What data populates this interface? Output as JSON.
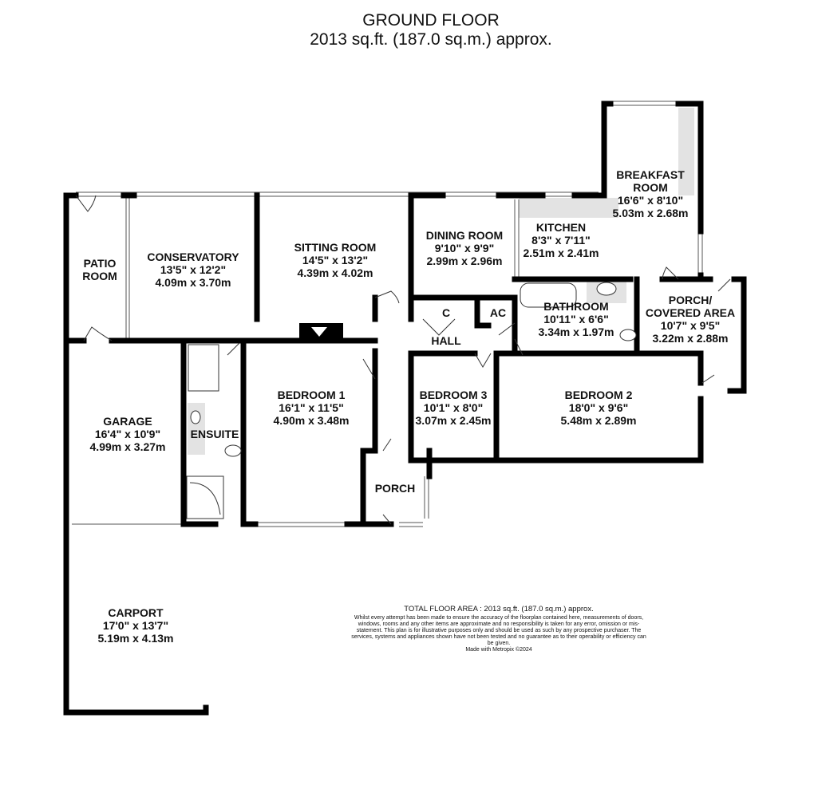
{
  "header": {
    "title": "GROUND FLOOR",
    "area": "2013 sq.ft. (187.0 sq.m.) approx."
  },
  "rooms": {
    "patio": {
      "name": "PATIO\nROOM"
    },
    "conservatory": {
      "name": "CONSERVATORY",
      "imperial": "13'5\"  x 12'2\"",
      "metric": "4.09m  x 3.70m"
    },
    "sitting": {
      "name": "SITTING ROOM",
      "imperial": "14'5\"  x 13'2\"",
      "metric": "4.39m  x 4.02m"
    },
    "dining": {
      "name": "DINING ROOM",
      "imperial": "9'10\"  x 9'9\"",
      "metric": "2.99m  x 2.96m"
    },
    "kitchen": {
      "name": "KITCHEN",
      "imperial": "8'3\"  x 7'11\"",
      "metric": "2.51m  x 2.41m"
    },
    "breakfast": {
      "name": "BREAKFAST\nROOM",
      "imperial": "16'6\"  x 8'10\"",
      "metric": "5.03m  x 2.68m"
    },
    "bathroom": {
      "name": "BATHROOM",
      "imperial": "10'11\"  x 6'6\"",
      "metric": "3.34m  x 1.97m"
    },
    "porch_covered": {
      "name": "PORCH/\nCOVERED AREA",
      "imperial": "10'7\"  x 9'5\"",
      "metric": "3.22m  x 2.88m"
    },
    "c": {
      "name": "C"
    },
    "ac": {
      "name": "AC"
    },
    "hall": {
      "name": "HALL"
    },
    "bedroom1": {
      "name": "BEDROOM 1",
      "imperial": "16'1\"  x 11'5\"",
      "metric": "4.90m  x 3.48m"
    },
    "bedroom3": {
      "name": "BEDROOM 3",
      "imperial": "10'1\"  x 8'0\"",
      "metric": "3.07m  x 2.45m"
    },
    "bedroom2": {
      "name": "BEDROOM 2",
      "imperial": "18'0\"  x 9'6\"",
      "metric": "5.48m  x 2.89m"
    },
    "garage": {
      "name": "GARAGE",
      "imperial": "16'4\"  x 10'9\"",
      "metric": "4.99m  x 3.27m"
    },
    "ensuite": {
      "name": "ENSUITE"
    },
    "porch": {
      "name": "PORCH"
    },
    "carport": {
      "name": "CARPORT",
      "imperial": "17'0\"  x 13'7\"",
      "metric": "5.19m  x 4.13m"
    }
  },
  "footer": {
    "total": "TOTAL FLOOR AREA : 2013 sq.ft. (187.0 sq.m.) approx.",
    "disclaimer": "Whilst every attempt has been made to ensure the accuracy of the floorplan contained here, measurements of doors, windows, rooms and any other items are approximate and no responsibility is taken for any error, omission or mis-statement. This plan is for illustrative purposes only and should be used as such by any prospective purchaser. The services, systems and appliances shown have not been tested and no guarantee as to their operability or efficiency can be given.",
    "credit": "Made with Metropix ©2024"
  },
  "colors": {
    "wall": "#000000",
    "fixture_fill": "#e3e3e3"
  }
}
